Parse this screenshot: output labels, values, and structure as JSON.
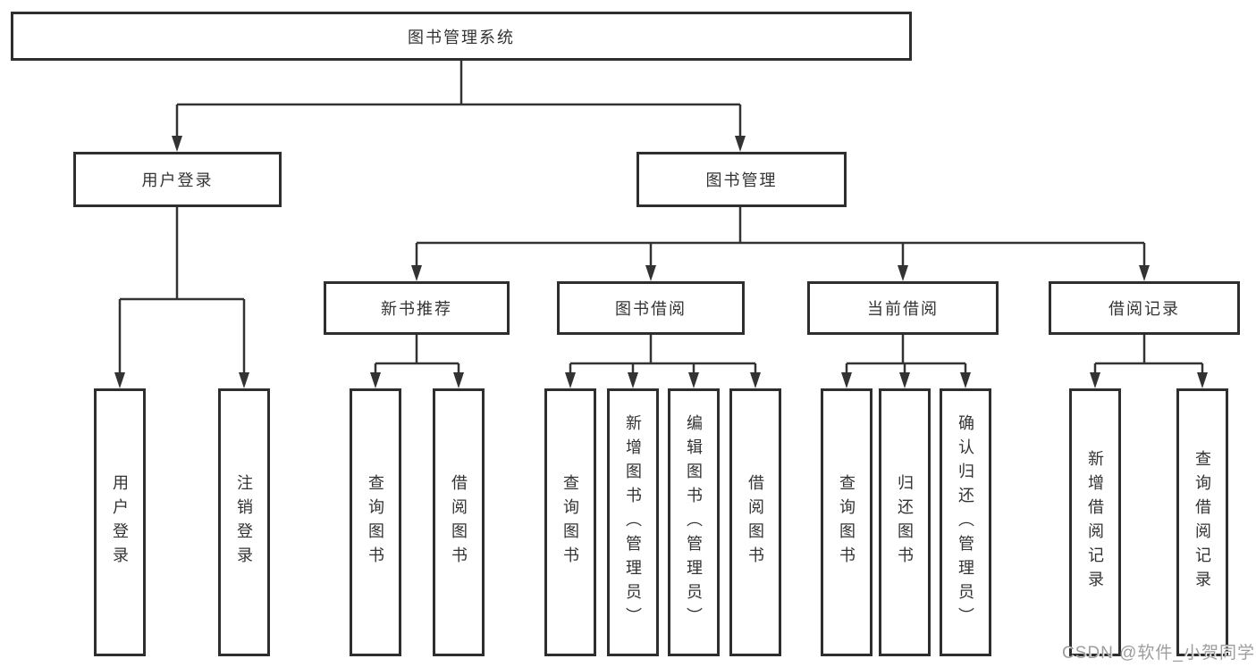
{
  "diagram": {
    "tree": {
      "root": {
        "label": "图书管理系统",
        "children": [
          {
            "label": "用户登录",
            "children": [
              {
                "label": "用户登录"
              },
              {
                "label": "注销登录"
              }
            ]
          },
          {
            "label": "图书管理",
            "children": [
              {
                "label": "新书推荐",
                "children": [
                  {
                    "label": "查询图书"
                  },
                  {
                    "label": "借阅图书"
                  }
                ]
              },
              {
                "label": "图书借阅",
                "children": [
                  {
                    "label": "查询图书"
                  },
                  {
                    "label": "新增图书（管理员）"
                  },
                  {
                    "label": "编辑图书（管理员）"
                  },
                  {
                    "label": "借阅图书"
                  }
                ]
              },
              {
                "label": "当前借阅",
                "children": [
                  {
                    "label": "查询图书"
                  },
                  {
                    "label": "归还图书"
                  },
                  {
                    "label": "确认归还（管理员）"
                  }
                ]
              },
              {
                "label": "借阅记录",
                "children": [
                  {
                    "label": "新增借阅记录"
                  },
                  {
                    "label": "查询借阅记录"
                  }
                ]
              }
            ]
          }
        ]
      }
    },
    "colors": {
      "line": "#333333",
      "box_border": "#2e2e2e",
      "text": "#333333",
      "watermark": "#9d9d9d",
      "background": "#ffffff"
    }
  },
  "watermark": "CSDN @软件_小贺同学"
}
